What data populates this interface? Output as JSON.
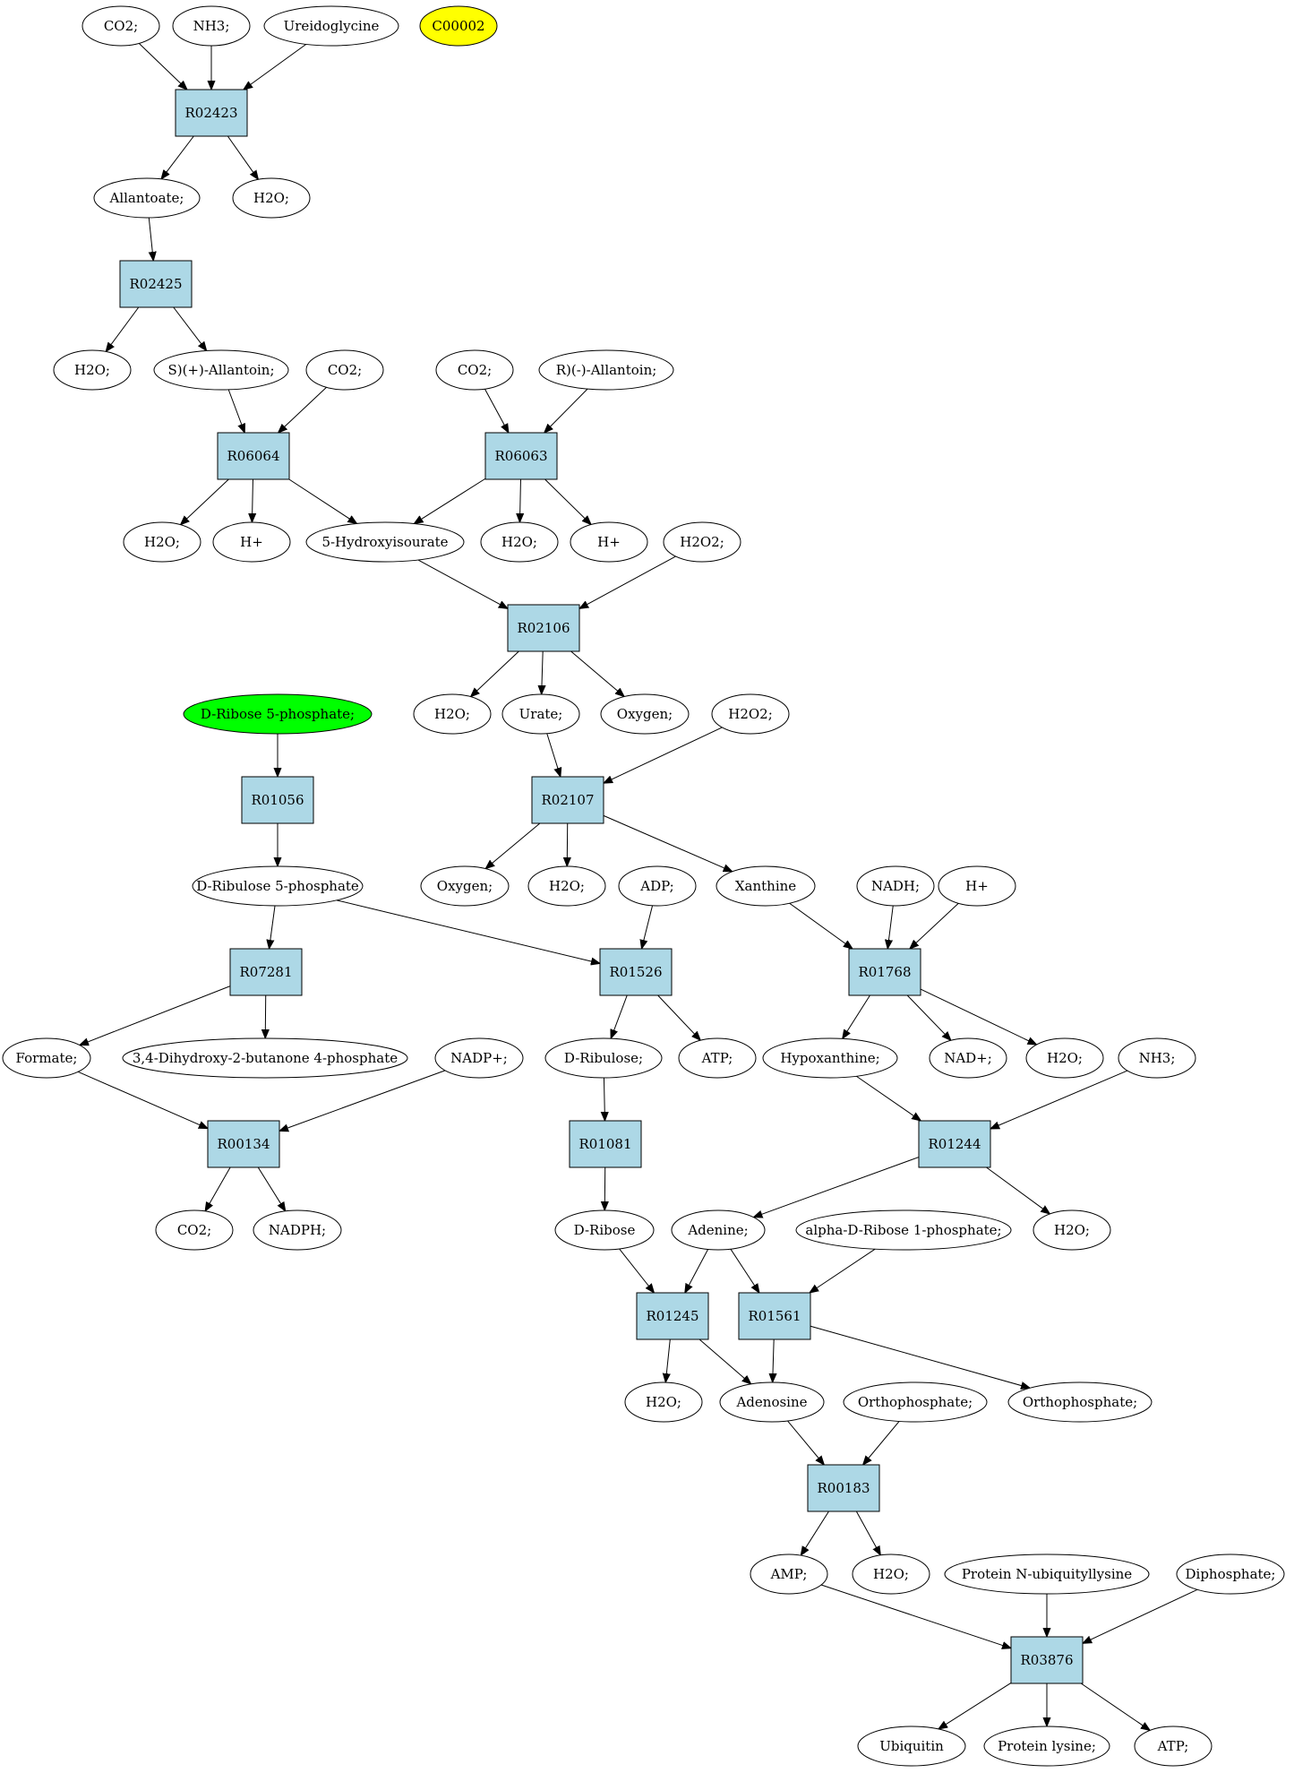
{
  "colors": {
    "reaction_fill": "#add8e6",
    "compound_fill": "#ffffff",
    "highlight_yellow": "#ffff00",
    "highlight_green": "#00ff00",
    "stroke": "#000000"
  },
  "nodes": [
    {
      "id": "co2_a",
      "kind": "compound",
      "label": "CO2;"
    },
    {
      "id": "nh3_a",
      "kind": "compound",
      "label": "NH3;"
    },
    {
      "id": "ureidoglycine",
      "kind": "compound",
      "label": "Ureidoglycine"
    },
    {
      "id": "c00002",
      "kind": "compound",
      "label": "C00002",
      "fill": "highlight_yellow"
    },
    {
      "id": "r02423",
      "kind": "reaction",
      "label": "R02423"
    },
    {
      "id": "allantoate",
      "kind": "compound",
      "label": "Allantoate;"
    },
    {
      "id": "h2o_a",
      "kind": "compound",
      "label": "H2O;"
    },
    {
      "id": "r02425",
      "kind": "reaction",
      "label": "R02425"
    },
    {
      "id": "h2o_b",
      "kind": "compound",
      "label": "H2O;"
    },
    {
      "id": "s_allantoin",
      "kind": "compound",
      "label": "S)(+)-Allantoin;"
    },
    {
      "id": "co2_b",
      "kind": "compound",
      "label": "CO2;"
    },
    {
      "id": "co2_c",
      "kind": "compound",
      "label": "CO2;"
    },
    {
      "id": "r_allantoin",
      "kind": "compound",
      "label": "R)(-)-Allantoin;"
    },
    {
      "id": "r06064",
      "kind": "reaction",
      "label": "R06064"
    },
    {
      "id": "r06063",
      "kind": "reaction",
      "label": "R06063"
    },
    {
      "id": "h2o_c",
      "kind": "compound",
      "label": "H2O;"
    },
    {
      "id": "hplus_a",
      "kind": "compound",
      "label": "H+"
    },
    {
      "id": "hydroxyisourate",
      "kind": "compound",
      "label": "5-Hydroxyisourate"
    },
    {
      "id": "h2o_d",
      "kind": "compound",
      "label": "H2O;"
    },
    {
      "id": "hplus_b",
      "kind": "compound",
      "label": "H+"
    },
    {
      "id": "h2o2_a",
      "kind": "compound",
      "label": "H2O2;"
    },
    {
      "id": "r02106",
      "kind": "reaction",
      "label": "R02106"
    },
    {
      "id": "h2o_e",
      "kind": "compound",
      "label": "H2O;"
    },
    {
      "id": "urate",
      "kind": "compound",
      "label": "Urate;"
    },
    {
      "id": "oxygen_a",
      "kind": "compound",
      "label": "Oxygen;"
    },
    {
      "id": "h2o2_b",
      "kind": "compound",
      "label": "H2O2;"
    },
    {
      "id": "ribose5p",
      "kind": "compound",
      "label": "D-Ribose 5-phosphate;",
      "fill": "highlight_green"
    },
    {
      "id": "r01056",
      "kind": "reaction",
      "label": "R01056"
    },
    {
      "id": "r02107",
      "kind": "reaction",
      "label": "R02107"
    },
    {
      "id": "ribulose5p",
      "kind": "compound",
      "label": "D-Ribulose 5-phosphate"
    },
    {
      "id": "oxygen_b",
      "kind": "compound",
      "label": "Oxygen;"
    },
    {
      "id": "h2o_f",
      "kind": "compound",
      "label": "H2O;"
    },
    {
      "id": "adp",
      "kind": "compound",
      "label": "ADP;"
    },
    {
      "id": "xanthine",
      "kind": "compound",
      "label": "Xanthine"
    },
    {
      "id": "nadh",
      "kind": "compound",
      "label": "NADH;"
    },
    {
      "id": "hplus_c",
      "kind": "compound",
      "label": "H+"
    },
    {
      "id": "r07281",
      "kind": "reaction",
      "label": "R07281"
    },
    {
      "id": "r01526",
      "kind": "reaction",
      "label": "R01526"
    },
    {
      "id": "r01768",
      "kind": "reaction",
      "label": "R01768"
    },
    {
      "id": "formate",
      "kind": "compound",
      "label": "Formate;"
    },
    {
      "id": "dihydroxybutanone",
      "kind": "compound",
      "label": "3,4-Dihydroxy-2-butanone 4-phosphate"
    },
    {
      "id": "nadpplus",
      "kind": "compound",
      "label": "NADP+;"
    },
    {
      "id": "d_ribulose",
      "kind": "compound",
      "label": "D-Ribulose;"
    },
    {
      "id": "atp_a",
      "kind": "compound",
      "label": "ATP;"
    },
    {
      "id": "hypoxanthine",
      "kind": "compound",
      "label": "Hypoxanthine;"
    },
    {
      "id": "nadplus",
      "kind": "compound",
      "label": "NAD+;"
    },
    {
      "id": "h2o_g",
      "kind": "compound",
      "label": "H2O;"
    },
    {
      "id": "nh3_b",
      "kind": "compound",
      "label": "NH3;"
    },
    {
      "id": "r00134",
      "kind": "reaction",
      "label": "R00134"
    },
    {
      "id": "r01081",
      "kind": "reaction",
      "label": "R01081"
    },
    {
      "id": "r01244",
      "kind": "reaction",
      "label": "R01244"
    },
    {
      "id": "co2_d",
      "kind": "compound",
      "label": "CO2;"
    },
    {
      "id": "nadph",
      "kind": "compound",
      "label": "NADPH;"
    },
    {
      "id": "d_ribose",
      "kind": "compound",
      "label": "D-Ribose"
    },
    {
      "id": "adenine",
      "kind": "compound",
      "label": "Adenine;"
    },
    {
      "id": "alpha_ribose1p",
      "kind": "compound",
      "label": "alpha-D-Ribose 1-phosphate;"
    },
    {
      "id": "h2o_h",
      "kind": "compound",
      "label": "H2O;"
    },
    {
      "id": "r01245",
      "kind": "reaction",
      "label": "R01245"
    },
    {
      "id": "r01561",
      "kind": "reaction",
      "label": "R01561"
    },
    {
      "id": "h2o_i",
      "kind": "compound",
      "label": "H2O;"
    },
    {
      "id": "adenosine",
      "kind": "compound",
      "label": "Adenosine"
    },
    {
      "id": "orthophosphate_a",
      "kind": "compound",
      "label": "Orthophosphate;"
    },
    {
      "id": "orthophosphate_b",
      "kind": "compound",
      "label": "Orthophosphate;"
    },
    {
      "id": "r00183",
      "kind": "reaction",
      "label": "R00183"
    },
    {
      "id": "amp",
      "kind": "compound",
      "label": "AMP;"
    },
    {
      "id": "h2o_j",
      "kind": "compound",
      "label": "H2O;"
    },
    {
      "id": "protein_ubiquityllysine",
      "kind": "compound",
      "label": "Protein N-ubiquityllysine"
    },
    {
      "id": "diphosphate",
      "kind": "compound",
      "label": "Diphosphate;"
    },
    {
      "id": "r03876",
      "kind": "reaction",
      "label": "R03876"
    },
    {
      "id": "ubiquitin",
      "kind": "compound",
      "label": "Ubiquitin"
    },
    {
      "id": "protein_lysine",
      "kind": "compound",
      "label": "Protein lysine;"
    },
    {
      "id": "atp_b",
      "kind": "compound",
      "label": "ATP;"
    }
  ],
  "edges": [
    [
      "co2_a",
      "r02423"
    ],
    [
      "nh3_a",
      "r02423"
    ],
    [
      "ureidoglycine",
      "r02423"
    ],
    [
      "r02423",
      "allantoate"
    ],
    [
      "r02423",
      "h2o_a"
    ],
    [
      "allantoate",
      "r02425"
    ],
    [
      "r02425",
      "h2o_b"
    ],
    [
      "r02425",
      "s_allantoin"
    ],
    [
      "s_allantoin",
      "r06064"
    ],
    [
      "co2_b",
      "r06064"
    ],
    [
      "co2_c",
      "r06063"
    ],
    [
      "r_allantoin",
      "r06063"
    ],
    [
      "r06064",
      "h2o_c"
    ],
    [
      "r06064",
      "hplus_a"
    ],
    [
      "r06064",
      "hydroxyisourate"
    ],
    [
      "r06063",
      "hydroxyisourate"
    ],
    [
      "r06063",
      "h2o_d"
    ],
    [
      "r06063",
      "hplus_b"
    ],
    [
      "hydroxyisourate",
      "r02106"
    ],
    [
      "h2o2_a",
      "r02106"
    ],
    [
      "r02106",
      "h2o_e"
    ],
    [
      "r02106",
      "urate"
    ],
    [
      "r02106",
      "oxygen_a"
    ],
    [
      "ribose5p",
      "r01056"
    ],
    [
      "r01056",
      "ribulose5p"
    ],
    [
      "urate",
      "r02107"
    ],
    [
      "h2o2_b",
      "r02107"
    ],
    [
      "r02107",
      "oxygen_b"
    ],
    [
      "r02107",
      "h2o_f"
    ],
    [
      "r02107",
      "xanthine"
    ],
    [
      "ribulose5p",
      "r07281"
    ],
    [
      "ribulose5p",
      "r01526"
    ],
    [
      "adp",
      "r01526"
    ],
    [
      "xanthine",
      "r01768"
    ],
    [
      "nadh",
      "r01768"
    ],
    [
      "hplus_c",
      "r01768"
    ],
    [
      "r07281",
      "formate"
    ],
    [
      "r07281",
      "dihydroxybutanone"
    ],
    [
      "r01526",
      "d_ribulose"
    ],
    [
      "r01526",
      "atp_a"
    ],
    [
      "r01768",
      "hypoxanthine"
    ],
    [
      "r01768",
      "nadplus"
    ],
    [
      "r01768",
      "h2o_g"
    ],
    [
      "formate",
      "r00134"
    ],
    [
      "nadpplus",
      "r00134"
    ],
    [
      "d_ribulose",
      "r01081"
    ],
    [
      "hypoxanthine",
      "r01244"
    ],
    [
      "nh3_b",
      "r01244"
    ],
    [
      "r00134",
      "co2_d"
    ],
    [
      "r00134",
      "nadph"
    ],
    [
      "r01081",
      "d_ribose"
    ],
    [
      "r01244",
      "adenine"
    ],
    [
      "r01244",
      "h2o_h"
    ],
    [
      "d_ribose",
      "r01245"
    ],
    [
      "adenine",
      "r01245"
    ],
    [
      "adenine",
      "r01561"
    ],
    [
      "alpha_ribose1p",
      "r01561"
    ],
    [
      "r01245",
      "h2o_i"
    ],
    [
      "r01245",
      "adenosine"
    ],
    [
      "r01561",
      "adenosine"
    ],
    [
      "r01561",
      "orthophosphate_b"
    ],
    [
      "adenosine",
      "r00183"
    ],
    [
      "orthophosphate_a",
      "r00183"
    ],
    [
      "r00183",
      "amp"
    ],
    [
      "r00183",
      "h2o_j"
    ],
    [
      "amp",
      "r03876"
    ],
    [
      "protein_ubiquityllysine",
      "r03876"
    ],
    [
      "diphosphate",
      "r03876"
    ],
    [
      "r03876",
      "ubiquitin"
    ],
    [
      "r03876",
      "protein_lysine"
    ],
    [
      "r03876",
      "atp_b"
    ]
  ]
}
